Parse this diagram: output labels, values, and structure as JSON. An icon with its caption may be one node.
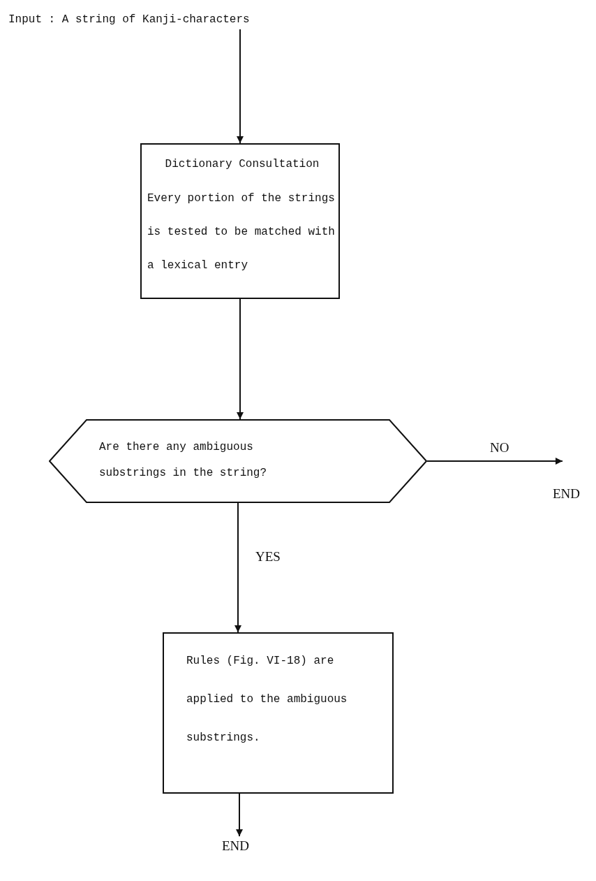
{
  "diagram": {
    "nodes": [
      {
        "text": [
          "Input : A string of Kanji-characters"
        ]
      },
      {
        "text": [
          "Dictionary Consultation",
          "Every portion of the strings is tested to be matched with a lexical entry"
        ]
      },
      {
        "text": [
          "Are there any ambiguous substrings in the string?"
        ]
      },
      {
        "text": [
          "END"
        ]
      },
      {
        "text": [
          "Rules (Fig. VI-18) are applied to the ambiguous substrings."
        ]
      },
      {
        "text": [
          "END"
        ]
      }
    ],
    "edges": [
      {
        "from": 0,
        "to": 1,
        "arrow": "to"
      },
      {
        "from": 1,
        "to": 2,
        "arrow": "to"
      },
      {
        "from": 2,
        "to": 3,
        "arrow": "to",
        "label": "NO"
      },
      {
        "from": 2,
        "to": 4,
        "arrow": "to",
        "label": "YES"
      },
      {
        "from": 4,
        "to": 5,
        "arrow": "to"
      }
    ]
  }
}
